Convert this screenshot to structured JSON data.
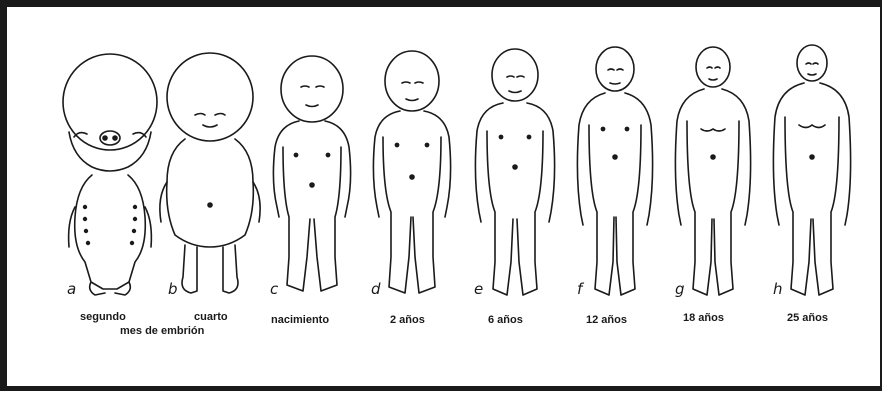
{
  "stages": [
    {
      "letter": "a",
      "label": "segundo"
    },
    {
      "letter": "b",
      "label": "cuarto"
    },
    {
      "letter": "c",
      "label": "nacimiento"
    },
    {
      "letter": "d",
      "label": "2 años"
    },
    {
      "letter": "e",
      "label": "6 años"
    },
    {
      "letter": "f",
      "label": "12 años"
    },
    {
      "letter": "g",
      "label": "18 años"
    },
    {
      "letter": "h",
      "label": "25 años"
    }
  ],
  "caption_extra": "mes de embrión",
  "colors": {
    "line": "#1a1a1a",
    "background": "#ffffff",
    "frame": "#1a1a1a"
  }
}
